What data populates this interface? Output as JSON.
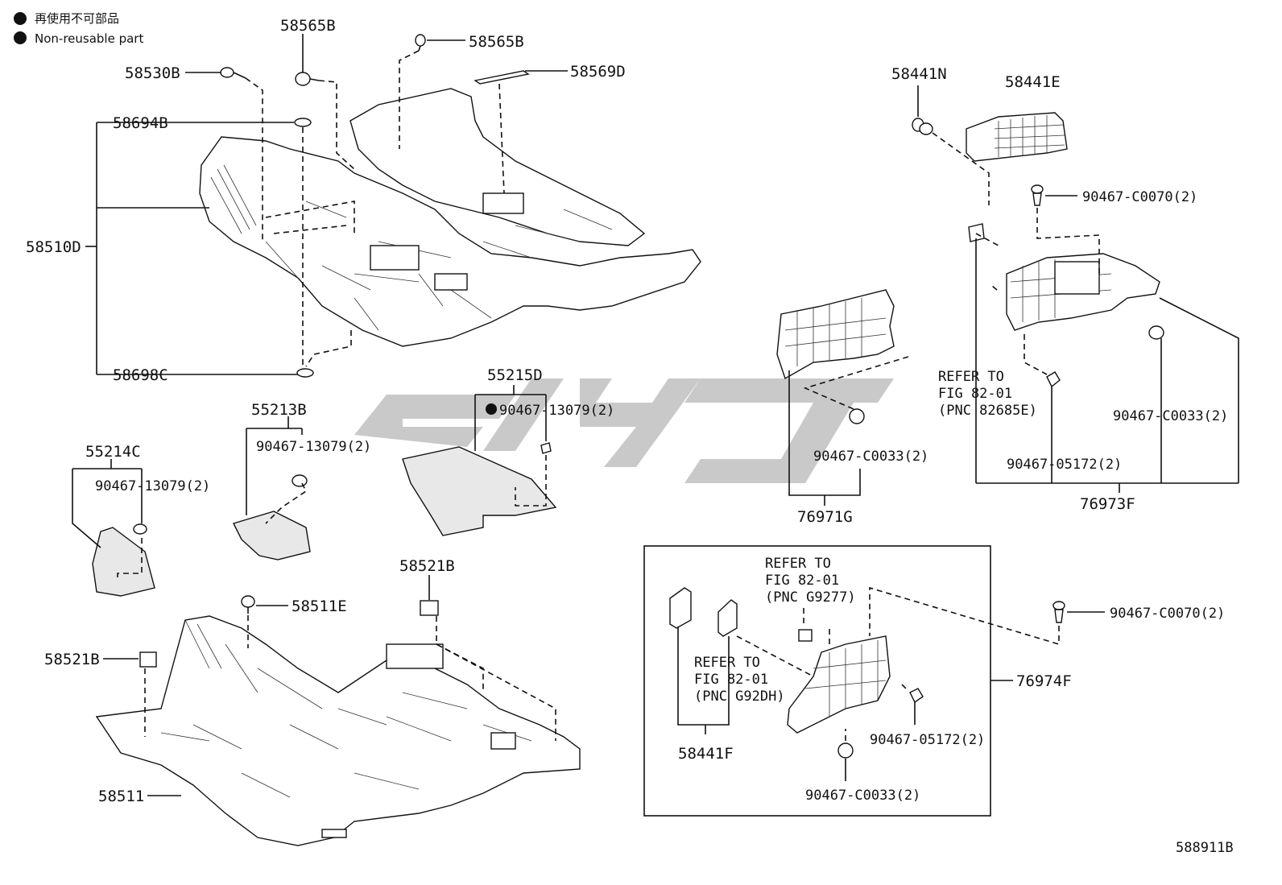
{
  "legend": {
    "items": [
      {
        "symbol": "filled-dot-icon",
        "text": "再使用不可部品"
      },
      {
        "symbol": "filled-dot-icon",
        "text": "Non-reusable part"
      }
    ]
  },
  "labels": {
    "p58565B_a": "58565B",
    "p58565B_b": "58565B",
    "p58530B": "58530B",
    "p58569D": "58569D",
    "p58694B": "58694B",
    "p58510D": "58510D",
    "p58698C": "58698C",
    "p58441N": "58441N",
    "p58441E": "58441E",
    "p90467C0070_a": "90467-C0070(2)",
    "refer1_l1": "REFER TO",
    "refer1_l2": "FIG 82-01",
    "refer1_l3": "(PNC 82685E)",
    "p90467C0033_a": "90467-C0033(2)",
    "p90467_05172_a": "90467-05172(2)",
    "p76973F": "76973F",
    "p90467C0033_b": "90467-C0033(2)",
    "p76971G": "76971G",
    "p55215D": "55215D",
    "p90467_13079_a": "90467-13079(2)",
    "p55213B": "55213B",
    "p90467_13079_b": "90467-13079(2)",
    "p55214C": "55214C",
    "p90467_13079_c": "90467-13079(2)",
    "p58521B_a": "58521B",
    "p58511E": "58511E",
    "p58521B_b": "58521B",
    "p58511": "58511",
    "refer2_l1": "REFER TO",
    "refer2_l2": "FIG 82-01",
    "refer2_l3": "(PNC G9277)",
    "refer3_l1": "REFER TO",
    "refer3_l2": "FIG 82-01",
    "refer3_l3": "(PNC G92DH)",
    "p58441F": "58441F",
    "p90467_05172_b": "90467-05172(2)",
    "p90467C0033_c": "90467-C0033(2)",
    "p90467C0070_b": "90467-C0070(2)",
    "p76974F": "76974F",
    "figure_id": "588911B"
  },
  "watermark": {
    "logo": "logo-watermark",
    "color": "#c9c9c9"
  }
}
